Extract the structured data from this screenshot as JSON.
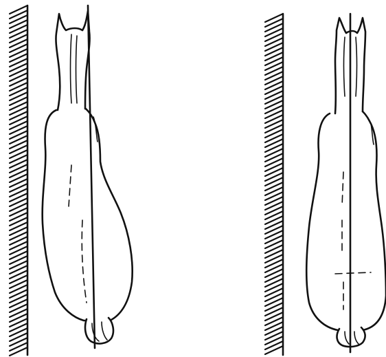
{
  "figure": {
    "panels": [
      {
        "id": "left",
        "content": [
          "wall-hatching",
          "horse-top-view",
          "straight-reference-line"
        ]
      },
      {
        "id": "right",
        "content": [
          "wall-hatching",
          "horse-top-view",
          "straight-reference-line"
        ]
      }
    ],
    "colors": {
      "ink": "#111111",
      "background": "#ffffff"
    }
  }
}
